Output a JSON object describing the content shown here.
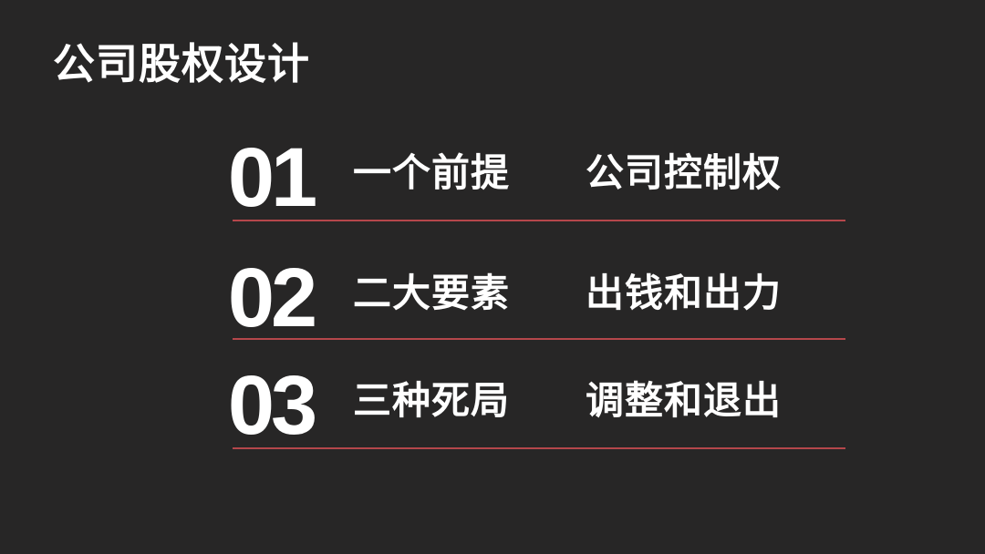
{
  "slide": {
    "title": "公司股权设计",
    "accent_color": "#b5474b",
    "background_color": "#272626",
    "items": [
      {
        "number": "01",
        "lead": "一个前提",
        "desc": "公司控制权"
      },
      {
        "number": "02",
        "lead": "二大要素",
        "desc": "出钱和出力"
      },
      {
        "number": "03",
        "lead": "三种死局",
        "desc": "调整和退出"
      }
    ]
  }
}
